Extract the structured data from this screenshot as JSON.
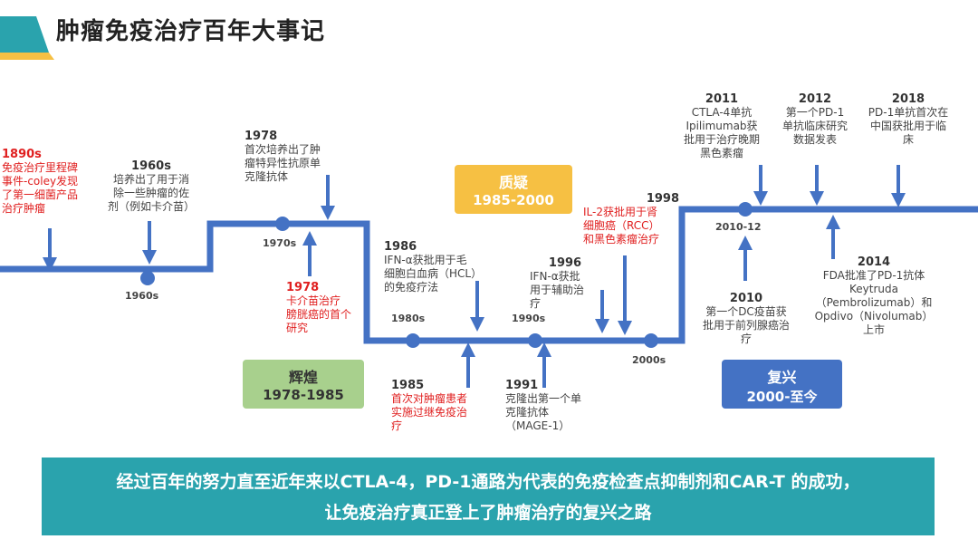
{
  "header": {
    "title": "肿瘤免疫治疗百年大事记"
  },
  "eras": [
    {
      "name": "质疑",
      "range": "1985-2000",
      "color": "#f6c043"
    },
    {
      "name": "辉煌",
      "range": "1978-1985",
      "color": "#a8d08d"
    },
    {
      "name": "复兴",
      "range": "2000-至今",
      "color": "#4472c4"
    }
  ],
  "nodes": [
    "1960s",
    "1970s",
    "1980s",
    "1990s",
    "2000s",
    "2010-12"
  ],
  "events": [
    {
      "year": "1890s",
      "text": "免疫治疗里程碑\n事件-coley发现\n了第一细菌产品\n治疗肿瘤"
    },
    {
      "year": "1960s",
      "text": "培养出了用于消\n除一些肿瘤的佐\n剂（例如卡介苗）"
    },
    {
      "year": "1978",
      "text": "首次培养出了肿\n瘤特异性抗原单\n克隆抗体"
    },
    {
      "year": "1978",
      "text": "卡介苗治疗\n膀胱癌的首个\n研究"
    },
    {
      "year": "1986",
      "text": "IFN-α获批用于毛\n细胞白血病（HCL）\n的免疫疗法"
    },
    {
      "year": "1985",
      "text": "首次对肿瘤患者\n实施过继免疫治\n疗"
    },
    {
      "year": "1991",
      "text": "克隆出第一个单\n克隆抗体\n（MAGE-1）"
    },
    {
      "year": "1996",
      "text": "IFN-α获批\n用于辅助治\n疗"
    },
    {
      "year": "1998",
      "text": "IL-2获批用于肾\n细胞癌（RCC）\n和黑色素瘤治疗"
    },
    {
      "year": "2011",
      "text": "CTLA-4单抗\nIpilimumab获\n批用于治疗晚期\n黑色素瘤"
    },
    {
      "year": "2012",
      "text": "第一个PD-1\n单抗临床研究\n数据发表"
    },
    {
      "year": "2018",
      "text": "PD-1单抗首次在\n中国获批用于临\n床"
    },
    {
      "year": "2010",
      "text": "第一个DC疫苗获\n批用于前列腺癌治\n疗"
    },
    {
      "year": "2014",
      "text": "FDA批准了PD-1抗体\nKeytruda\n（Pembrolizumab）和\nOpdivo（Nivolumab）\n上市"
    }
  ],
  "banner": {
    "line1": "经过百年的努力直至近年来以CTLA-4，PD-1通路为代表的免疫检查点抑制剂和CAR-T 的成功，",
    "line2": "让免疫治疗真正登上了肿瘤治疗的复兴之路"
  },
  "colors": {
    "timeline": "#4472c4",
    "accent": "#2aa3ad",
    "highlight": "#e02020"
  }
}
